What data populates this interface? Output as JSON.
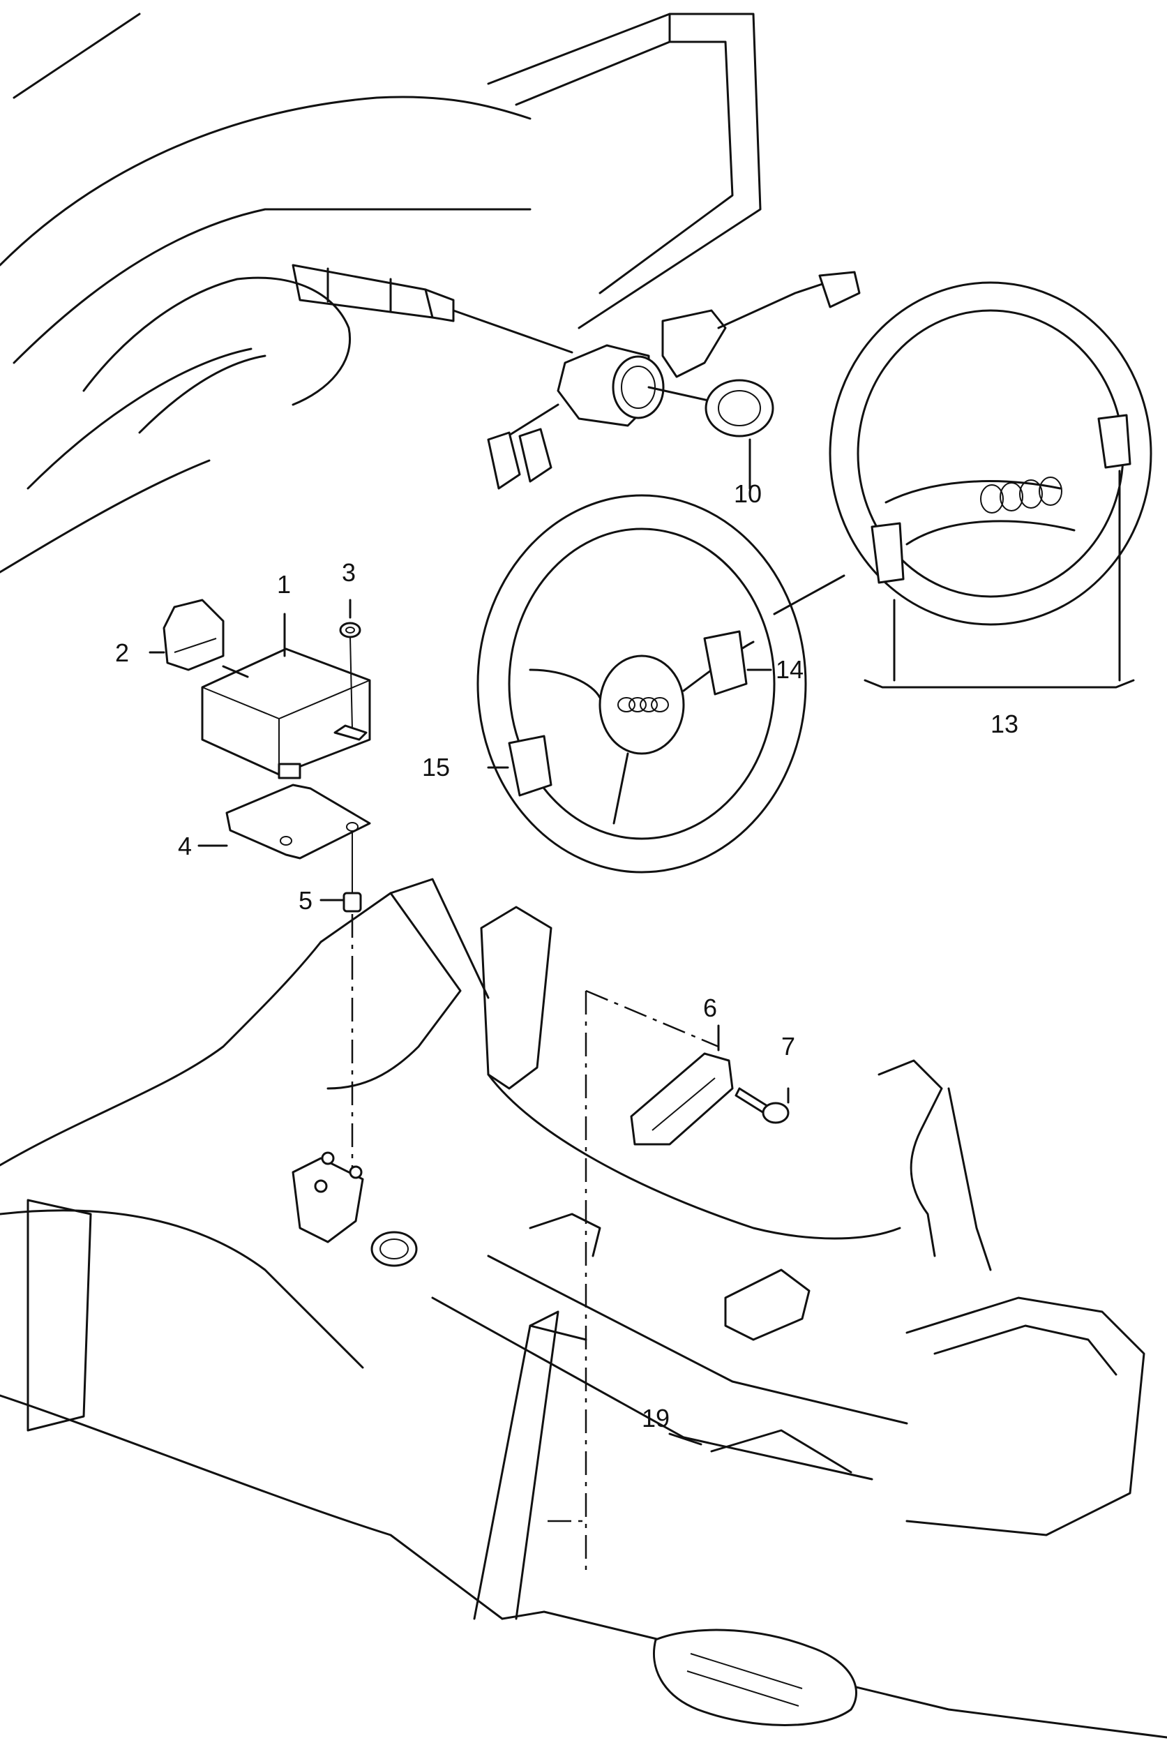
{
  "callouts": {
    "c1": "1",
    "c2": "2",
    "c3": "3",
    "c4": "4",
    "c5": "5",
    "c6": "6",
    "c7": "7",
    "c10": "10",
    "c13": "13",
    "c14": "14",
    "c15": "15",
    "c19": "19"
  }
}
